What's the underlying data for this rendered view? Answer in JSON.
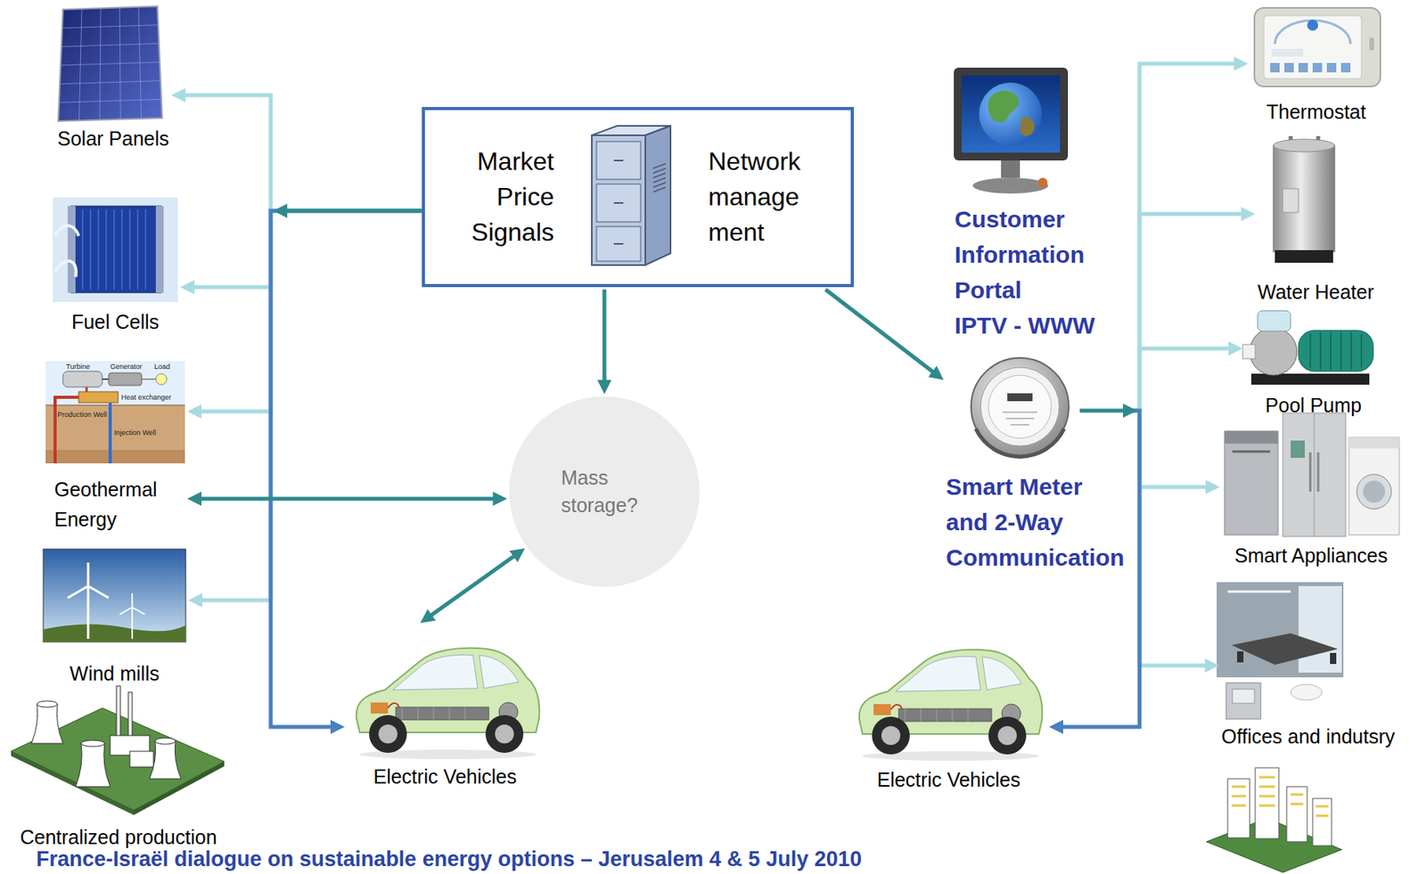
{
  "diagram": {
    "caption": "France-Israël dialogue on sustainable energy options – Jerusalem 4 & 5 July 2010",
    "nodes": [
      {
        "text": [
          "Solar Panels"
        ]
      },
      {
        "text": [
          "Fuel Cells"
        ]
      },
      {
        "text": [
          "Geothermal Energy"
        ]
      },
      {
        "text": [
          "Wind mills"
        ]
      },
      {
        "text": [
          "Centralized production"
        ]
      },
      {
        "text": [
          "Market Price Signals",
          "Network manage ment"
        ]
      },
      {
        "text": [
          "Mass storage?"
        ]
      },
      {
        "text": [
          "Electric Vehicles"
        ]
      },
      {
        "text": [
          "Customer Information Portal",
          "IPTV - WWW"
        ]
      },
      {
        "text": [
          "Smart Meter and 2-Way Communication"
        ]
      },
      {
        "text": [
          "Electric Vehicles"
        ]
      },
      {
        "text": [
          "Thermostat"
        ]
      },
      {
        "text": [
          "Water Heater"
        ]
      },
      {
        "text": [
          "Pool Pump"
        ]
      },
      {
        "text": [
          "Smart Appliances"
        ]
      },
      {
        "text": [
          "Offices and indutsry"
        ]
      }
    ],
    "edges": [
      {
        "from": 5,
        "to": 0,
        "arrow": "to"
      },
      {
        "from": 5,
        "to": 1,
        "arrow": "to"
      },
      {
        "from": 5,
        "to": 2,
        "arrow": "to"
      },
      {
        "from": 5,
        "to": 3,
        "arrow": "to"
      },
      {
        "from": 5,
        "to": 7,
        "arrow": "to"
      },
      {
        "from": 5,
        "to": 6,
        "arrow": "to"
      },
      {
        "from": 2,
        "to": 6,
        "arrow": "both"
      },
      {
        "from": 6,
        "to": 7,
        "arrow": "both"
      },
      {
        "from": 5,
        "to": 9,
        "arrow": "to"
      },
      {
        "from": 9,
        "to": 11,
        "arrow": "to"
      },
      {
        "from": 9,
        "to": 12,
        "arrow": "to"
      },
      {
        "from": 9,
        "to": 13,
        "arrow": "to"
      },
      {
        "from": 9,
        "to": 14,
        "arrow": "to"
      },
      {
        "from": 9,
        "to": 15,
        "arrow": "to"
      },
      {
        "from": 9,
        "to": 10,
        "arrow": "to"
      }
    ],
    "labels": [
      "Turbine",
      "Generator",
      "Load",
      "Heat exchanger",
      "Production Well",
      "Injection Well"
    ]
  }
}
